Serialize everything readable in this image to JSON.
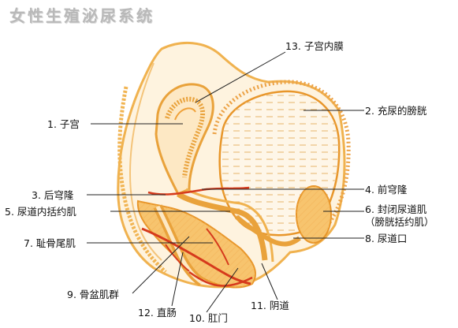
{
  "title": "女性生殖泌尿系统",
  "colors": {
    "outline": "#e9a23b",
    "fill_light": "#fde8c4",
    "fill_mid": "#f7c46e",
    "fill_dark": "#f0a23a",
    "red": "#d63a1c",
    "leader": "#222222"
  },
  "labels": {
    "l1": "1. 子宫",
    "l2": "2. 充尿的膀胱",
    "l3": "3. 后穹隆",
    "l4": "4. 前穹隆",
    "l5": "5. 尿道内括约肌",
    "l6a": "6. 封闭尿道肌",
    "l6b": "（膀胱括约肌）",
    "l7": "7. 耻骨尾肌",
    "l8": "8. 尿道口",
    "l9": "9. 骨盆肌群",
    "l10": "10. 肛门",
    "l11": "11. 阴道",
    "l12": "12. 直肠",
    "l13": "13. 子宫内膜"
  }
}
